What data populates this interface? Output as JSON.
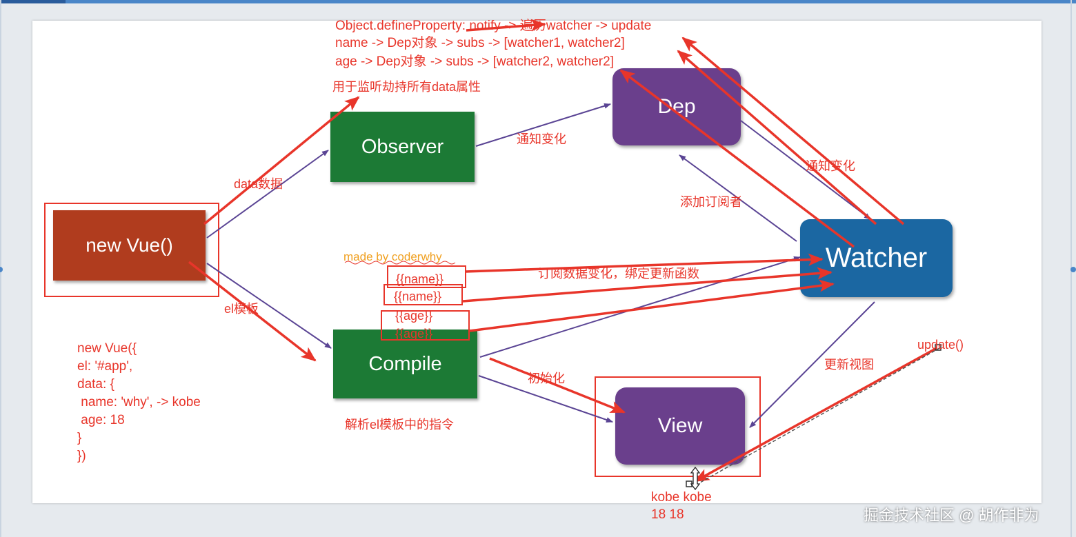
{
  "nodes": {
    "new_vue": "new Vue()",
    "observer": "Observer",
    "compile": "Compile",
    "dep": "Dep",
    "watcher": "Watcher",
    "view": "View"
  },
  "notes": {
    "line1": "Object.defineProperty: notify -> 遍历watcher -> update",
    "line2": "name -> Dep对象 -> subs -> [watcher1, watcher2]",
    "line3": "age   -> Dep对象 -> subs -> [watcher2, watcher2]"
  },
  "labels": {
    "observer_desc": "用于监听劫持所有data属性",
    "data_label": "data数据",
    "el_label": "el模板",
    "notify_change_1": "通知变化",
    "notify_change_2": "通知变化",
    "add_subscriber": "添加订阅者",
    "subscribe": "订阅数据变化，绑定更新函数",
    "made_by": "made by coderwhy",
    "init": "初始化",
    "update_view": "更新视图",
    "update_fn": "update()",
    "compile_desc": "解析el模板中的指令",
    "output_1": "kobe  kobe",
    "output_2": "18 18"
  },
  "templates": [
    "{{name}}",
    "{{name}}",
    "{{age}}",
    "{{age}}"
  ],
  "code": [
    "new Vue({",
    "el: '#app',",
    "data: {",
    " name: 'why', -> kobe",
    " age: 18",
    "}",
    "})"
  ],
  "watermark": "掘金技术社区 @ 胡作非为",
  "colors": {
    "annotation_red": "#e8352a",
    "flow_purple": "#5a4494",
    "observer_green": "#1c7a35",
    "vue_red": "#b03c1e",
    "dep_purple": "#6a3f8c",
    "watcher_blue": "#1b67a2"
  }
}
